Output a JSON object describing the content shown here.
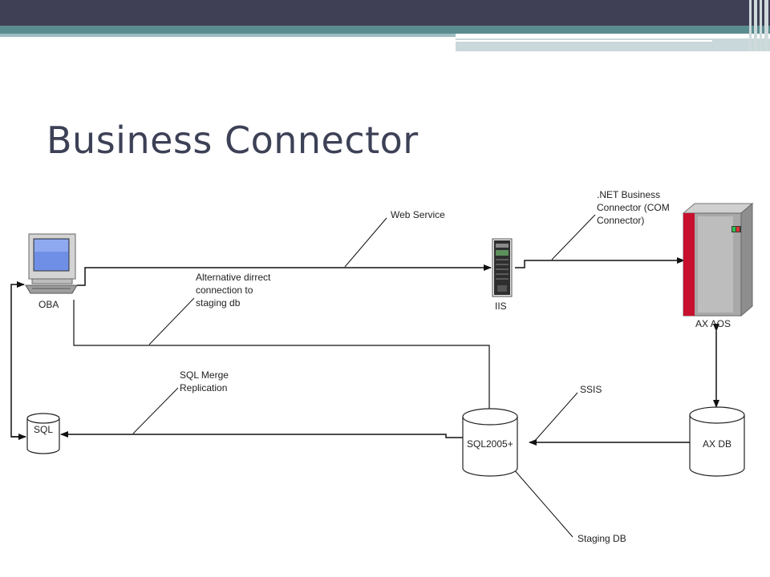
{
  "slide": {
    "title": "Business Connector"
  },
  "diagram": {
    "nodes": {
      "oba": "OBA",
      "iis": "IIS",
      "ax_aos": "AX AOS",
      "sql": "SQL",
      "sql2005": "SQL2005+",
      "ax_db": "AX DB"
    },
    "connections": {
      "web_service": "Web Service",
      "net_bc": [
        ".NET Business",
        "Connector (COM",
        "Connector)"
      ],
      "alt_direct": [
        "Alternative dirrect",
        "connection to",
        "staging db"
      ],
      "sql_merge": [
        "SQL Merge",
        "Replication"
      ],
      "ssis": "SSIS",
      "staging_db": "Staging DB"
    }
  }
}
